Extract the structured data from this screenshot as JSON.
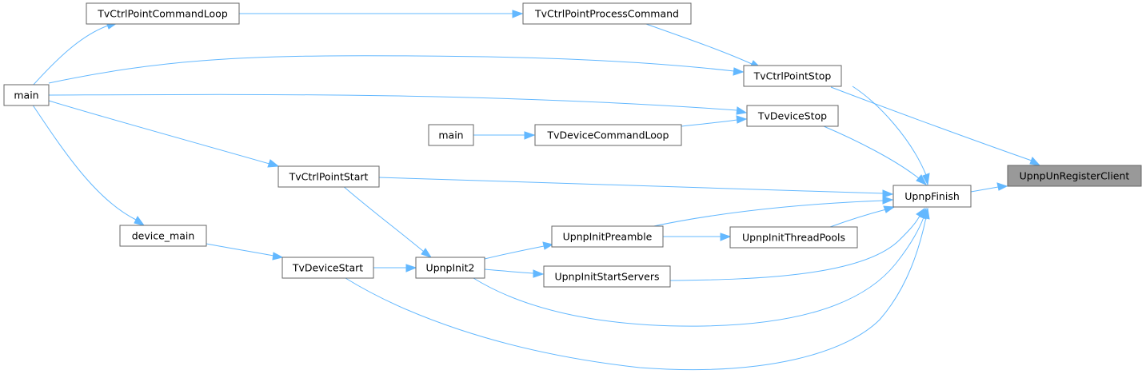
{
  "graph": {
    "nodes": {
      "root": "UpnpUnRegisterClient",
      "upnp_finish": "UpnpFinish",
      "ctrl_stop": "TvCtrlPointStop",
      "device_stop": "TvDeviceStop",
      "ctrl_start": "TvCtrlPointStart",
      "init_preamble": "UpnpInitPreamble",
      "init_thread_pools": "UpnpInitThreadPools",
      "init_start_servers": "UpnpInitStartServers",
      "upnp_init2": "UpnpInit2",
      "device_start": "TvDeviceStart",
      "ctrl_process_cmd": "TvCtrlPointProcessCommand",
      "ctrl_cmd_loop": "TvCtrlPointCommandLoop",
      "device_cmd_loop": "TvDeviceCommandLoop",
      "main_ctrl": "main",
      "main_device": "main",
      "device_main": "device_main"
    },
    "colors": {
      "edge": "#63b8ff",
      "node_border": "#666666",
      "root_fill": "#999999",
      "node_fill": "#ffffff"
    }
  }
}
